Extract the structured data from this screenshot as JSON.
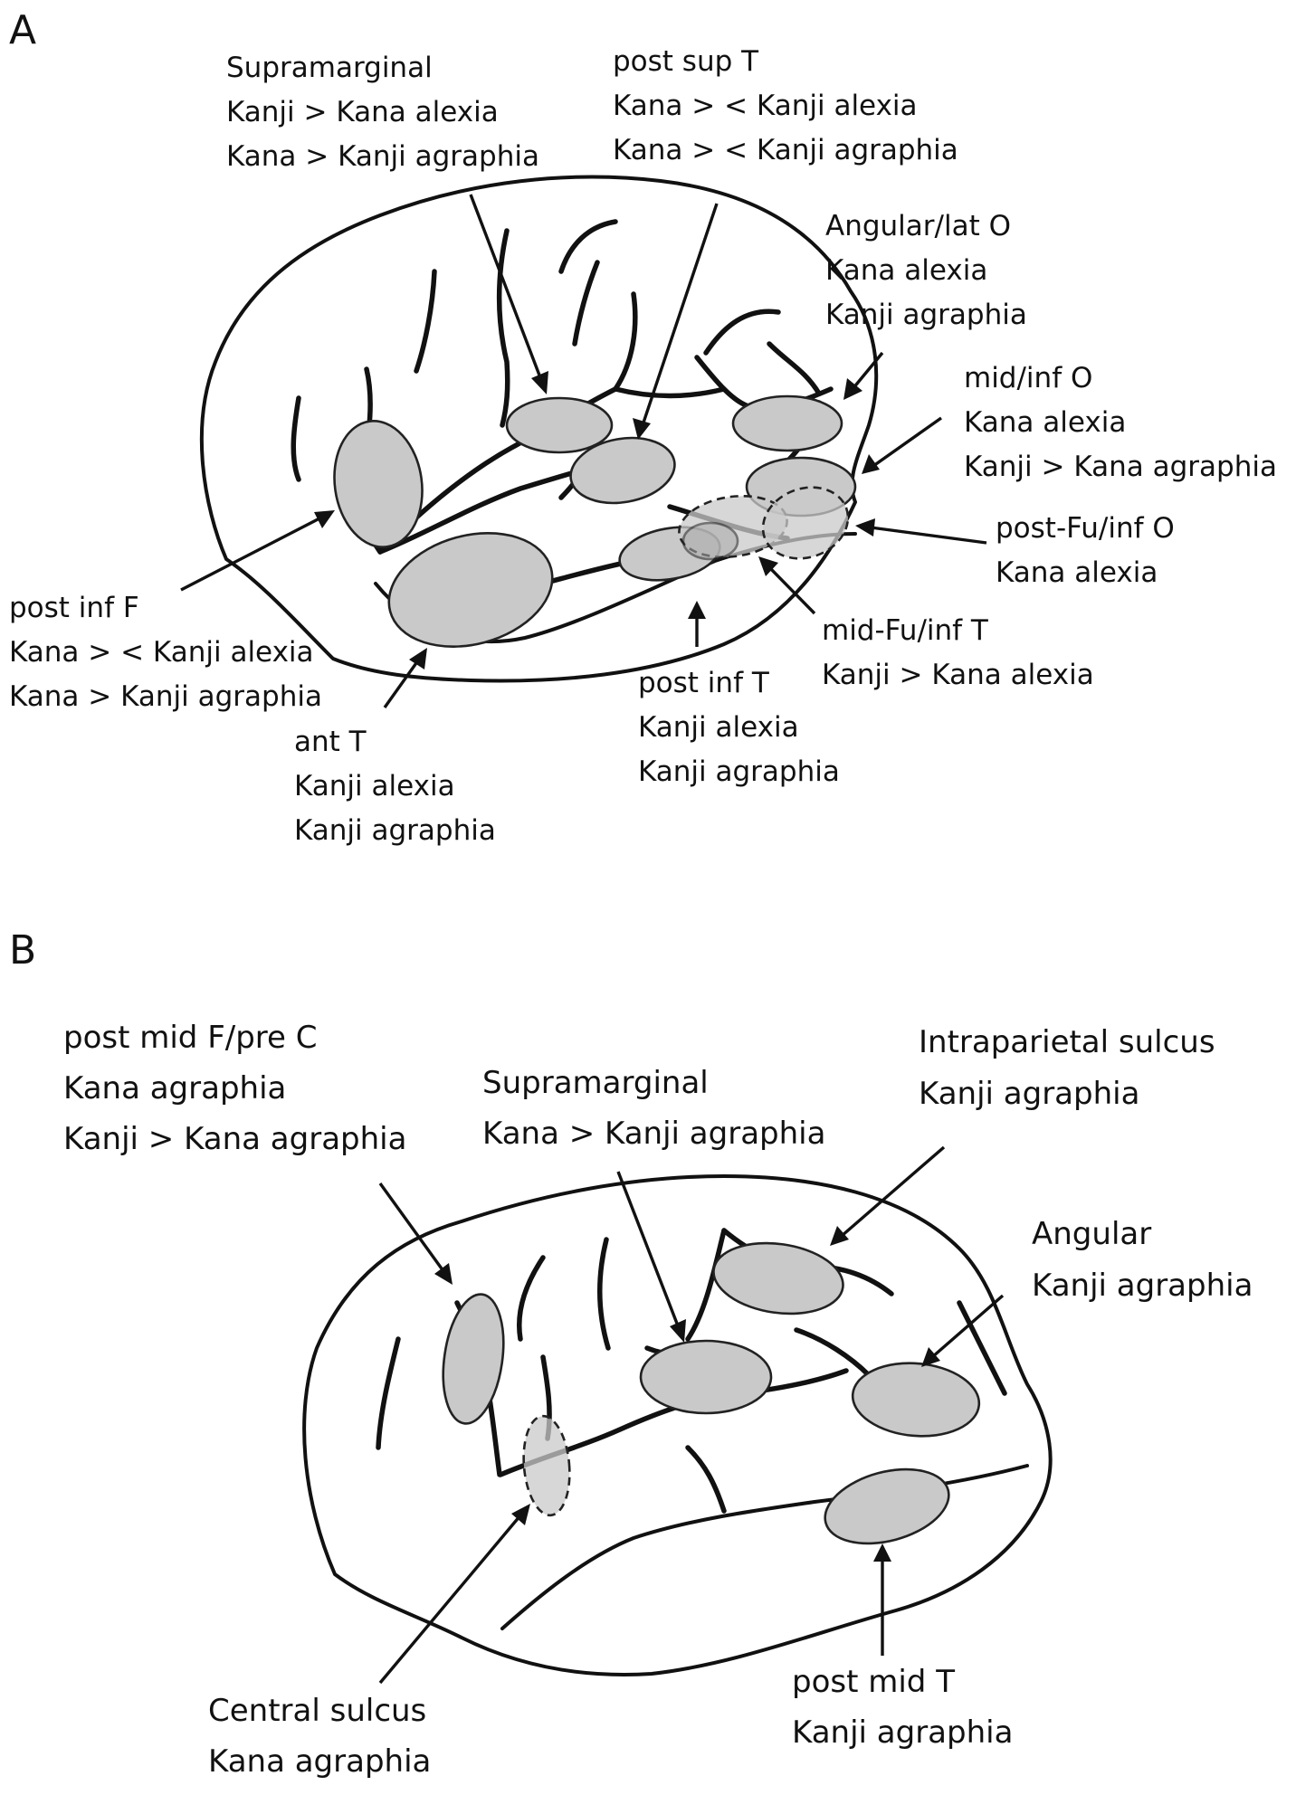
{
  "panels": [
    {
      "letter": "A",
      "labels": [
        {
          "id": "supramarginal",
          "lines": [
            "Supramarginal",
            "Kanji > Kana alexia",
            "Kana > Kanji agraphia"
          ]
        },
        {
          "id": "post-sup-t",
          "lines": [
            "post sup T",
            "Kana > < Kanji alexia",
            "Kana > < Kanji agraphia"
          ]
        },
        {
          "id": "angular-lat-o",
          "lines": [
            "Angular/lat O",
            "Kana alexia",
            "Kanji agraphia"
          ]
        },
        {
          "id": "mid-inf-o",
          "lines": [
            "mid/inf O",
            "Kana alexia",
            "Kanji > Kana agraphia"
          ]
        },
        {
          "id": "post-fu-inf-o",
          "lines": [
            "post-Fu/inf O",
            "Kana alexia"
          ]
        },
        {
          "id": "mid-fu-inf-t",
          "lines": [
            "mid-Fu/inf T",
            "Kanji > Kana alexia"
          ]
        },
        {
          "id": "post-inf-t",
          "lines": [
            "post inf T",
            "Kanji alexia",
            "Kanji agraphia"
          ]
        },
        {
          "id": "ant-t",
          "lines": [
            "ant T",
            "Kanji alexia",
            "Kanji agraphia"
          ]
        },
        {
          "id": "post-inf-f",
          "lines": [
            "post inf F",
            "Kana > < Kanji alexia",
            "Kana > Kanji agraphia"
          ]
        }
      ]
    },
    {
      "letter": "B",
      "labels": [
        {
          "id": "post-mid-f-pre-c",
          "lines": [
            "post mid F/pre C",
            "Kana agraphia",
            "Kanji > Kana agraphia"
          ]
        },
        {
          "id": "supramarginal-b",
          "lines": [
            "Supramarginal",
            "Kana > Kanji agraphia"
          ]
        },
        {
          "id": "intraparietal",
          "lines": [
            "Intraparietal sulcus",
            "Kanji agraphia"
          ]
        },
        {
          "id": "angular-b",
          "lines": [
            "Angular",
            "Kanji agraphia"
          ]
        },
        {
          "id": "central-sulcus",
          "lines": [
            "Central sulcus",
            "Kana agraphia"
          ]
        },
        {
          "id": "post-mid-t",
          "lines": [
            "post mid T",
            "Kanji agraphia"
          ]
        }
      ]
    }
  ],
  "colors": {
    "region_fill": "#c9c9c9",
    "line": "#111111"
  }
}
